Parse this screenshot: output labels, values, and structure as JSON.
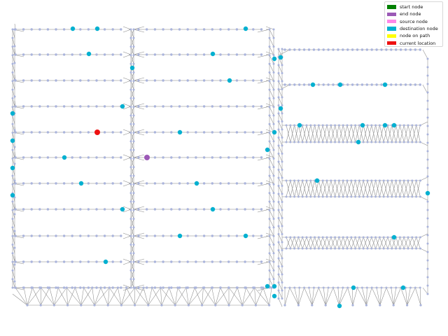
{
  "legend": {
    "items": [
      {
        "label": "start node",
        "color": "#008000"
      },
      {
        "label": "end node",
        "color": "#9b59b6"
      },
      {
        "label": "source node",
        "color": "#ff88e8"
      },
      {
        "label": "destination node",
        "color": "#00b0d0"
      },
      {
        "label": "node on path",
        "color": "#ffff00"
      },
      {
        "label": "current location",
        "color": "#ee1111"
      }
    ]
  },
  "graph": {
    "edge_color": "#8a8a8a",
    "node_color": "#aab4dc",
    "highlight_nodes": [
      {
        "role": "current location",
        "color": "#ee1111"
      },
      {
        "role": "end node",
        "color": "#9b59b6"
      },
      {
        "role": "destination node",
        "color": "#00b0d0",
        "count": 40
      }
    ]
  }
}
